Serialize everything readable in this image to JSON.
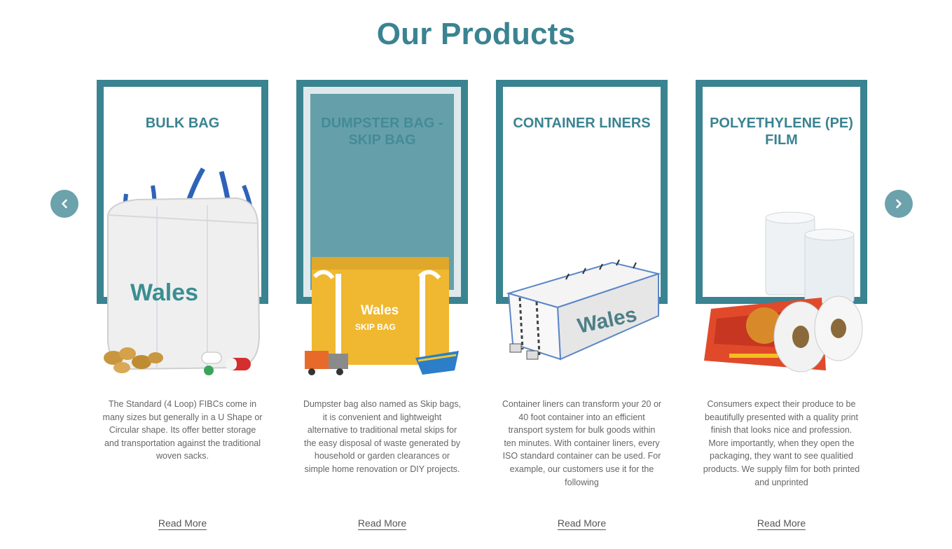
{
  "section": {
    "title": "Our Products"
  },
  "carousel": {
    "prev_icon": "chevron-left-icon",
    "next_icon": "chevron-right-icon"
  },
  "products": [
    {
      "title": "BULK BAG",
      "brand": "Wales",
      "description": "The Standard (4 Loop) FIBCs come in many sizes but generally in a U Shape or Circular shape. Its offer better storage and transportation against the traditional woven sacks.",
      "read_more": "Read More"
    },
    {
      "title": "DUMPSTER BAG - SKIP BAG",
      "brand": "Wales",
      "badge": "SKIP BAG",
      "description": "Dumpster bag also named as Skip bags, it is convenient and lightweight alternative to traditional metal skips for the easy disposal of waste generated by household or garden clearances or simple home renovation or DIY projects.",
      "read_more": "Read More"
    },
    {
      "title": "CONTAINER LINERS",
      "brand": "Wales",
      "description": "Container liners can transform your 20 or 40 foot container into an efficient transport system for bulk goods within ten minutes. With container liners, every ISO standard container can be used. For example, our customers use it for the following",
      "read_more": "Read More"
    },
    {
      "title": "POLYETHYLENE (PE) FILM",
      "description": "Consumers expect their produce to be beautifully presented with a quality print finish that looks nice and profession. More importantly, when they open the packaging, they want to see qualitied products. We supply film for both printed and unprinted",
      "read_more": "Read More"
    }
  ],
  "colors": {
    "accent": "#3a8391",
    "overlay": "#65a0aa",
    "arrow": "#6ba2ac"
  }
}
